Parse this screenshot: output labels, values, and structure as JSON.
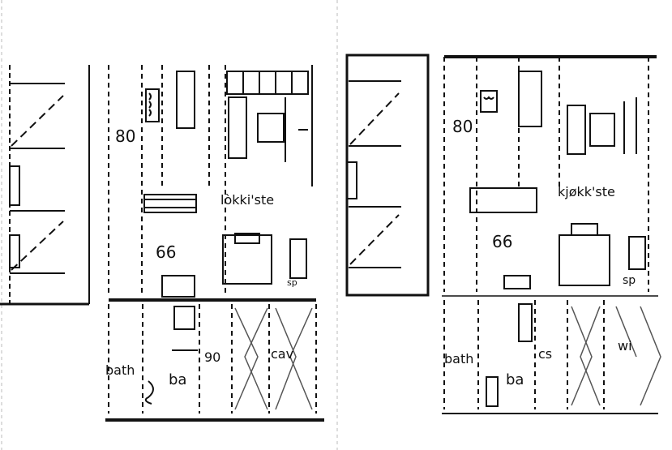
{
  "plans": [
    {
      "id": "left",
      "labels": {
        "room_upper_left": "80",
        "kitchen": "lòkki'ste",
        "dining": "66",
        "bath": "bath",
        "bed": "ba",
        "closet_a": "90",
        "closet_b": "cav",
        "stair_mark": "sp"
      }
    },
    {
      "id": "right",
      "labels": {
        "room_upper_left": "80",
        "kitchen": "kjøkk'ste",
        "dining": "66",
        "bath": "bath",
        "bed": "ba",
        "closet_a": "cs",
        "closet_b": "wi",
        "stair_mark": "sp"
      }
    }
  ],
  "colors": {
    "line": "#111111",
    "hatch": "#555555",
    "divider": "#bbbbbb"
  }
}
